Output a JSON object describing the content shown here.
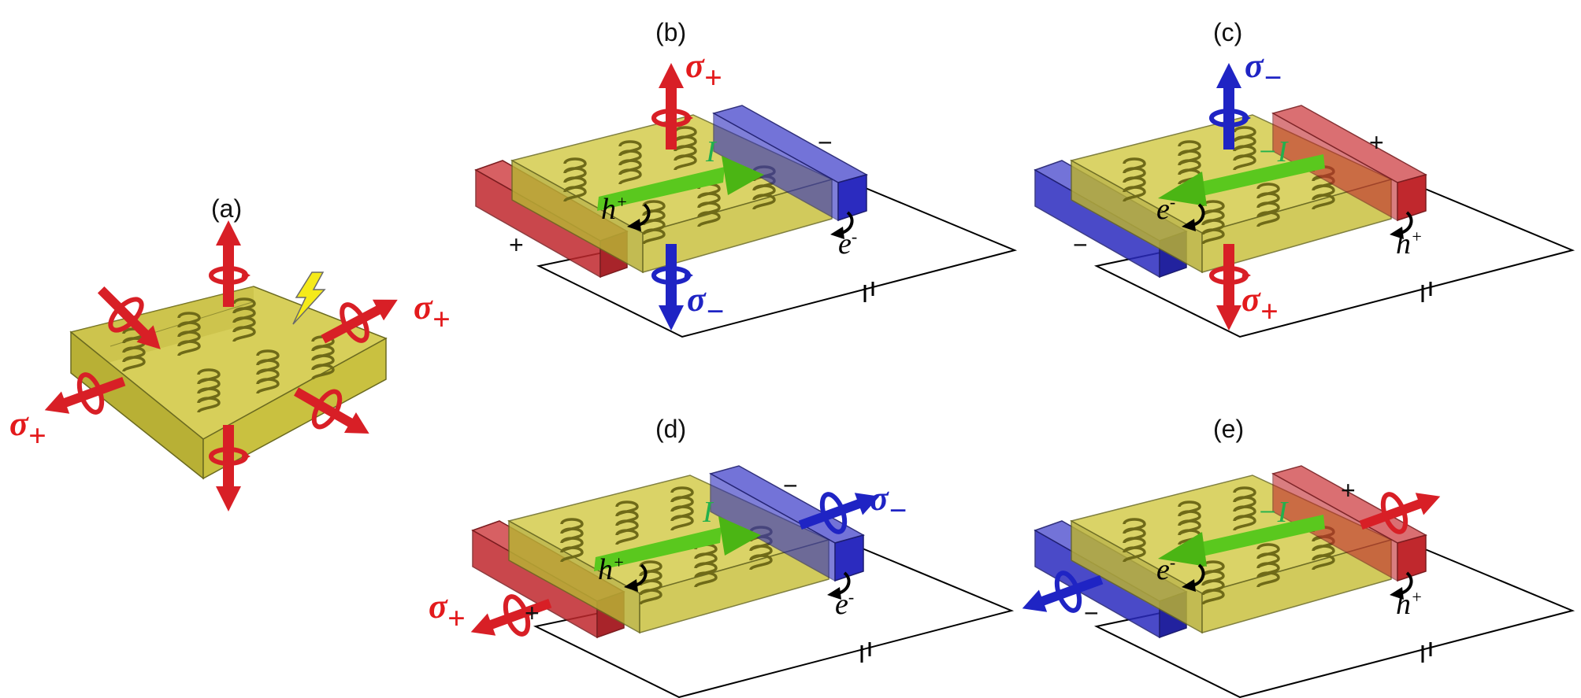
{
  "panels": [
    {
      "id": "a",
      "label": "(a)"
    },
    {
      "id": "b",
      "label": "(b)"
    },
    {
      "id": "c",
      "label": "(c)"
    },
    {
      "id": "d",
      "label": "(d)"
    },
    {
      "id": "e",
      "label": "(e)"
    }
  ],
  "symbols": {
    "sigma": "σ",
    "plus_sub": "+",
    "minus_sub": "−",
    "plus": "+",
    "minus": "−",
    "hole": "h",
    "hole_sup": "+",
    "electron": "e",
    "electron_sup": "-",
    "current": "I",
    "neg_current": "−I"
  },
  "colors": {
    "film": "#c8c032",
    "positive_electrode": "#c0282d",
    "negative_electrode": "#2b2bbf",
    "sigma_plus": "#e31a1c",
    "sigma_minus": "#1f24c4",
    "current_arrow": "#5ac81e",
    "lightning": "#f5ea1a"
  },
  "icons": [
    "lightning-bolt-icon",
    "circular-polarization-arrow-icon",
    "battery-icon",
    "chiral-coil-icon"
  ]
}
